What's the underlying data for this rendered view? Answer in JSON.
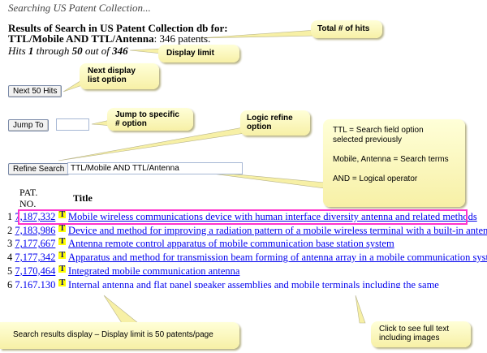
{
  "header": {
    "searching": "Searching US Patent Collection...",
    "results_line1": "Results of Search in US Patent Collection db for:",
    "query": "TTL/Mobile AND TTL/Antenna",
    "count_text": ": 346 patents.",
    "hits_pre": "Hits ",
    "hits_from": "1",
    "hits_mid": " through ",
    "hits_to": "50",
    "hits_of": " out of ",
    "hits_total": "346"
  },
  "controls": {
    "next_label": "Next 50 Hits",
    "jump_label": "Jump To",
    "jump_value": "",
    "refine_label": "Refine Search",
    "refine_value": "TTL/Mobile AND TTL/Antenna"
  },
  "table": {
    "col_patno_1": "PAT.",
    "col_patno_2": "NO.",
    "col_title": "Title",
    "full_text_icon": "T",
    "rows": [
      {
        "n": "1",
        "pat": "7,187,332",
        "title": "Mobile wireless communications device with human interface diversity antenna and related methods"
      },
      {
        "n": "2",
        "pat": "7,183,986",
        "title": "Device and method for improving a radiation pattern of a mobile wireless terminal with a built-in antenna"
      },
      {
        "n": "3",
        "pat": "7,177,667",
        "title": "Antenna remote control apparatus of mobile communication base station system"
      },
      {
        "n": "4",
        "pat": "7,177,342",
        "title": "Apparatus and method for transmission beam forming of antenna array in a mobile communication system"
      },
      {
        "n": "5",
        "pat": "7,170,464",
        "title": "Integrated mobile communication antenna"
      },
      {
        "n": "6",
        "pat": "7,167,130",
        "title": "Internal antenna and flat panel speaker assemblies and mobile terminals including the same"
      }
    ]
  },
  "callouts": {
    "total": "Total # of hits",
    "limit": "Display limit",
    "next1": "Next display",
    "next2": "list option",
    "jump1": "Jump to specific",
    "jump2": "# option",
    "logic1": "Logic refine",
    "logic2": "option",
    "big1": "TTL = Search field option selected previously",
    "big2": "Mobile, Antenna = Search terms",
    "big3": "AND = Logical operator",
    "results": "Search results display – Display limit is 50 patents/page",
    "click1": "Click to see full text",
    "click2": "including images"
  },
  "colors": {
    "highlight": "#ff33cc",
    "link": "#0000ee",
    "callout": "#ffffc8"
  }
}
